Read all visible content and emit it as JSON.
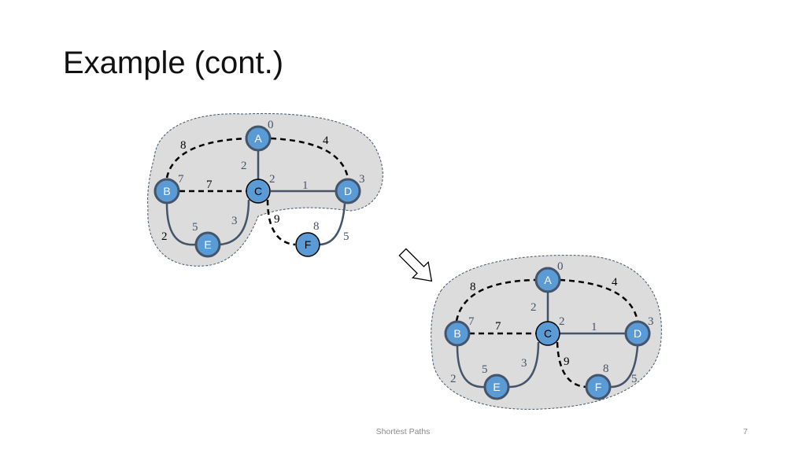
{
  "slide": {
    "title": "Example (cont.)",
    "footer": "Shortest Paths",
    "page_number": "7"
  },
  "colors": {
    "node_fill": "#5B9BD5",
    "tree_edge": "#44546A",
    "candidate_edge": "#000000",
    "cloud_fill": "#DCDCDC"
  },
  "graphs": [
    {
      "nodes": [
        {
          "id": "A",
          "label": "A",
          "distance": "0"
        },
        {
          "id": "B",
          "label": "B",
          "distance": "7"
        },
        {
          "id": "C",
          "label": "C",
          "distance": "2"
        },
        {
          "id": "D",
          "label": "D",
          "distance": "3"
        },
        {
          "id": "E",
          "label": "E",
          "distance": "5"
        },
        {
          "id": "F",
          "label": "F",
          "distance": "8"
        }
      ],
      "edges": [
        {
          "id": "A-B",
          "weight": "8",
          "style": "candidate"
        },
        {
          "id": "A-D",
          "weight": "4",
          "style": "candidate"
        },
        {
          "id": "A-C",
          "weight": "2",
          "style": "tree"
        },
        {
          "id": "B-C",
          "weight": "7",
          "style": "candidate"
        },
        {
          "id": "C-D",
          "weight": "1",
          "style": "tree"
        },
        {
          "id": "B-E",
          "weight": "2",
          "style": "tree"
        },
        {
          "id": "C-E",
          "weight": "3",
          "style": "tree"
        },
        {
          "id": "C-F",
          "weight": "9",
          "style": "candidate"
        },
        {
          "id": "D-F",
          "weight": "5",
          "style": "tree"
        }
      ],
      "active_node": "C"
    },
    {
      "nodes": [
        {
          "id": "A",
          "label": "A",
          "distance": "0"
        },
        {
          "id": "B",
          "label": "B",
          "distance": "7"
        },
        {
          "id": "C",
          "label": "C",
          "distance": "2"
        },
        {
          "id": "D",
          "label": "D",
          "distance": "3"
        },
        {
          "id": "E",
          "label": "E",
          "distance": "5"
        },
        {
          "id": "F",
          "label": "F",
          "distance": "8"
        }
      ],
      "edges": [
        {
          "id": "A-B",
          "weight": "8",
          "style": "candidate"
        },
        {
          "id": "A-D",
          "weight": "4",
          "style": "candidate"
        },
        {
          "id": "A-C",
          "weight": "2",
          "style": "tree"
        },
        {
          "id": "B-C",
          "weight": "7",
          "style": "candidate"
        },
        {
          "id": "C-D",
          "weight": "1",
          "style": "tree"
        },
        {
          "id": "B-E",
          "weight": "2",
          "style": "tree"
        },
        {
          "id": "C-E",
          "weight": "3",
          "style": "tree"
        },
        {
          "id": "C-F",
          "weight": "9",
          "style": "candidate"
        },
        {
          "id": "D-F",
          "weight": "5",
          "style": "tree"
        }
      ],
      "active_node": "C"
    }
  ]
}
